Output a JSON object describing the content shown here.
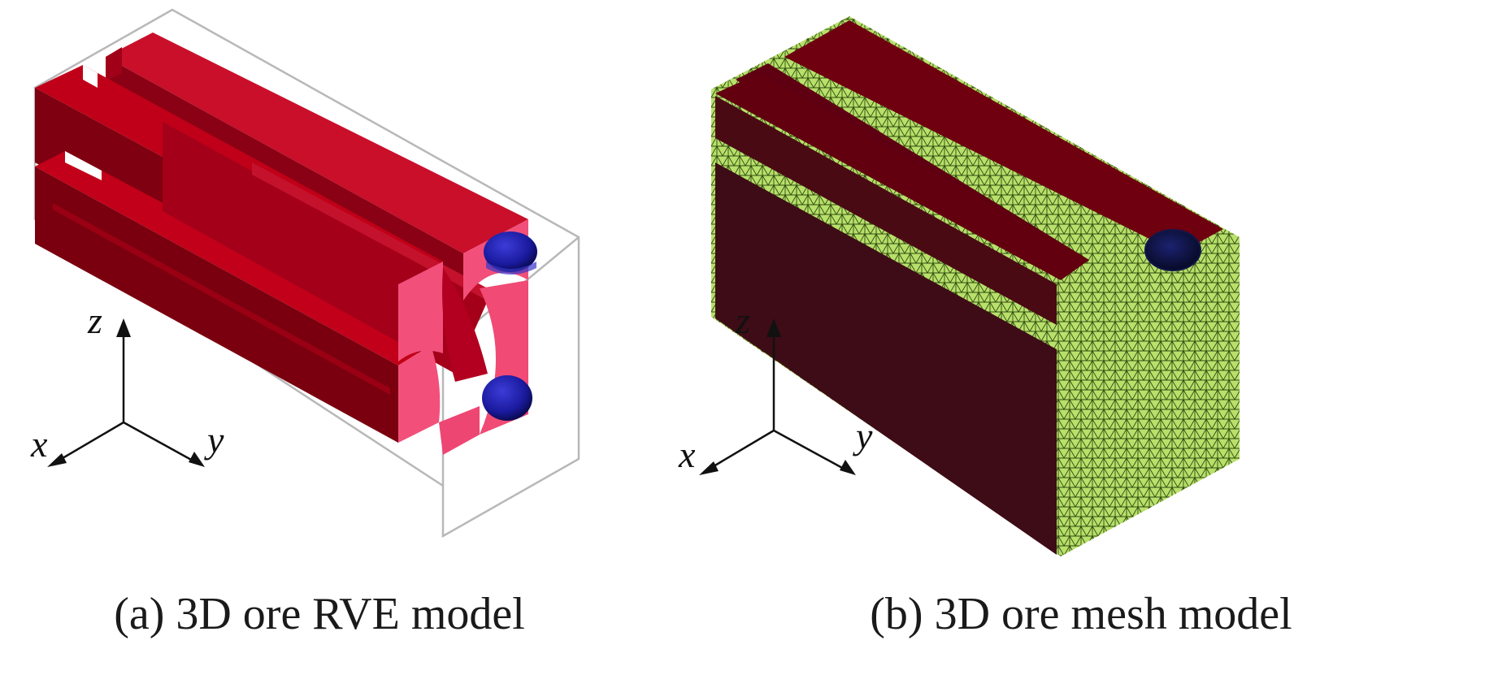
{
  "panels": [
    {
      "caption": "(a) 3D ore RVE model",
      "axes": {
        "z": "z",
        "x": "x",
        "y": "y"
      }
    },
    {
      "caption": "(b) 3D ore mesh model",
      "axes": {
        "z": "z",
        "x": "x",
        "y": "y"
      }
    }
  ],
  "colors": {
    "ore_red": "#c0001e",
    "ore_red_dark": "#7a0011",
    "section_pink": "#f2507a",
    "particle_blue": "#1a1aa0",
    "mesh_green": "#b8e06a",
    "mesh_dark": "#3a1014",
    "bounding_box": "#b8b8b8"
  }
}
